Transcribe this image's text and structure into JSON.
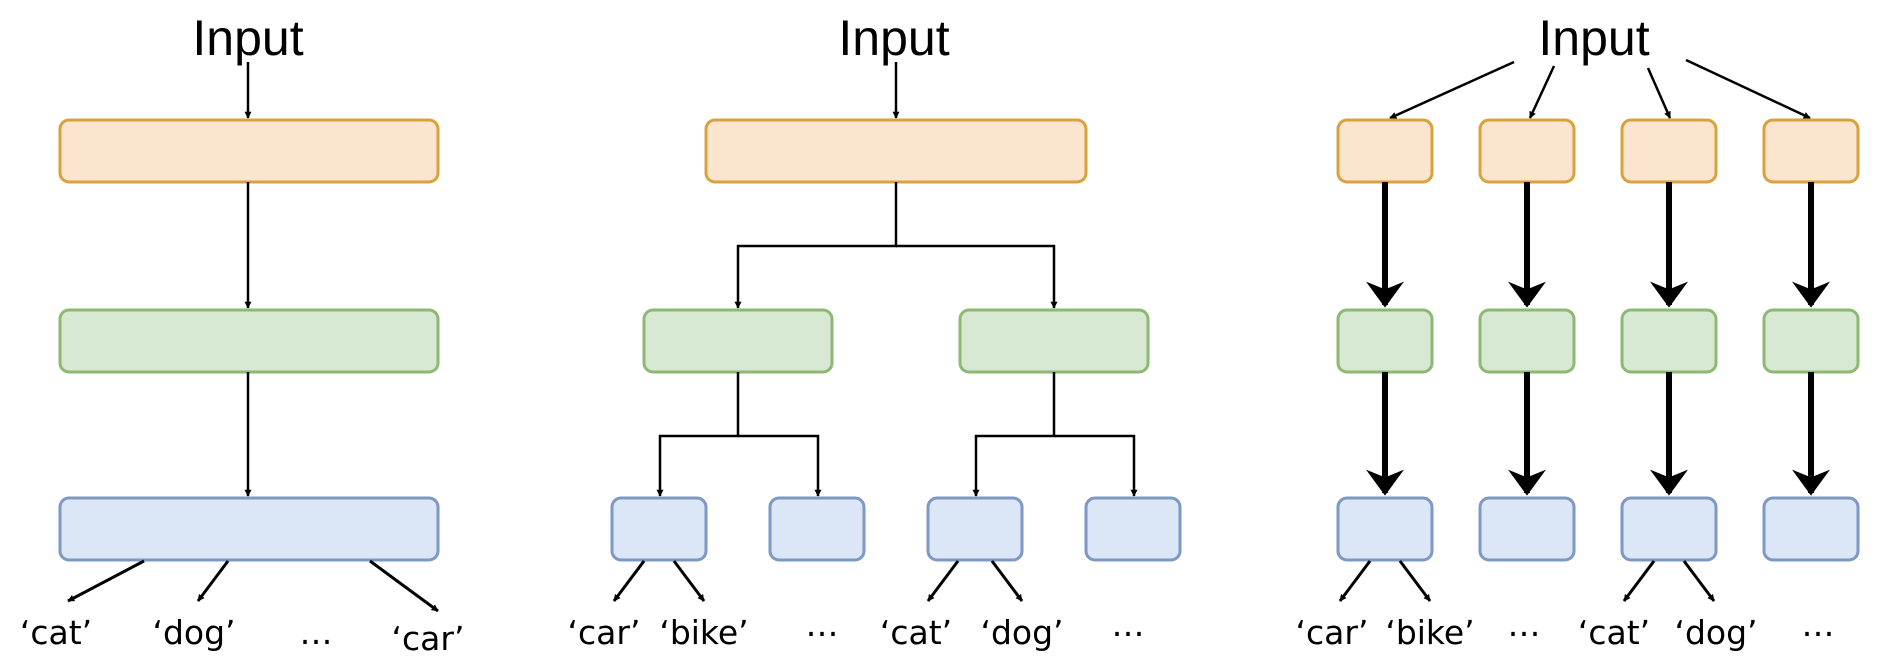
{
  "colors": {
    "layer1_fill": "#fbe5cf",
    "layer1_stroke": "#d9a23d",
    "layer2_fill": "#d7e8d3",
    "layer2_stroke": "#8db973",
    "layer3_fill": "#dbe6f7",
    "layer3_stroke": "#7d98c4",
    "arrow": "#000000"
  },
  "panels": [
    {
      "input_label": "Input",
      "outputs": [
        "‘cat’",
        "‘dog’",
        "…",
        "‘car’"
      ]
    },
    {
      "input_label": "Input",
      "outputs": [
        "‘car’",
        "‘bike’",
        "…",
        "‘cat’",
        "‘dog’",
        "…"
      ]
    },
    {
      "input_label": "Input",
      "outputs": [
        "‘car’",
        "‘bike’",
        "…",
        "‘cat’",
        "‘dog’",
        "…"
      ]
    }
  ]
}
